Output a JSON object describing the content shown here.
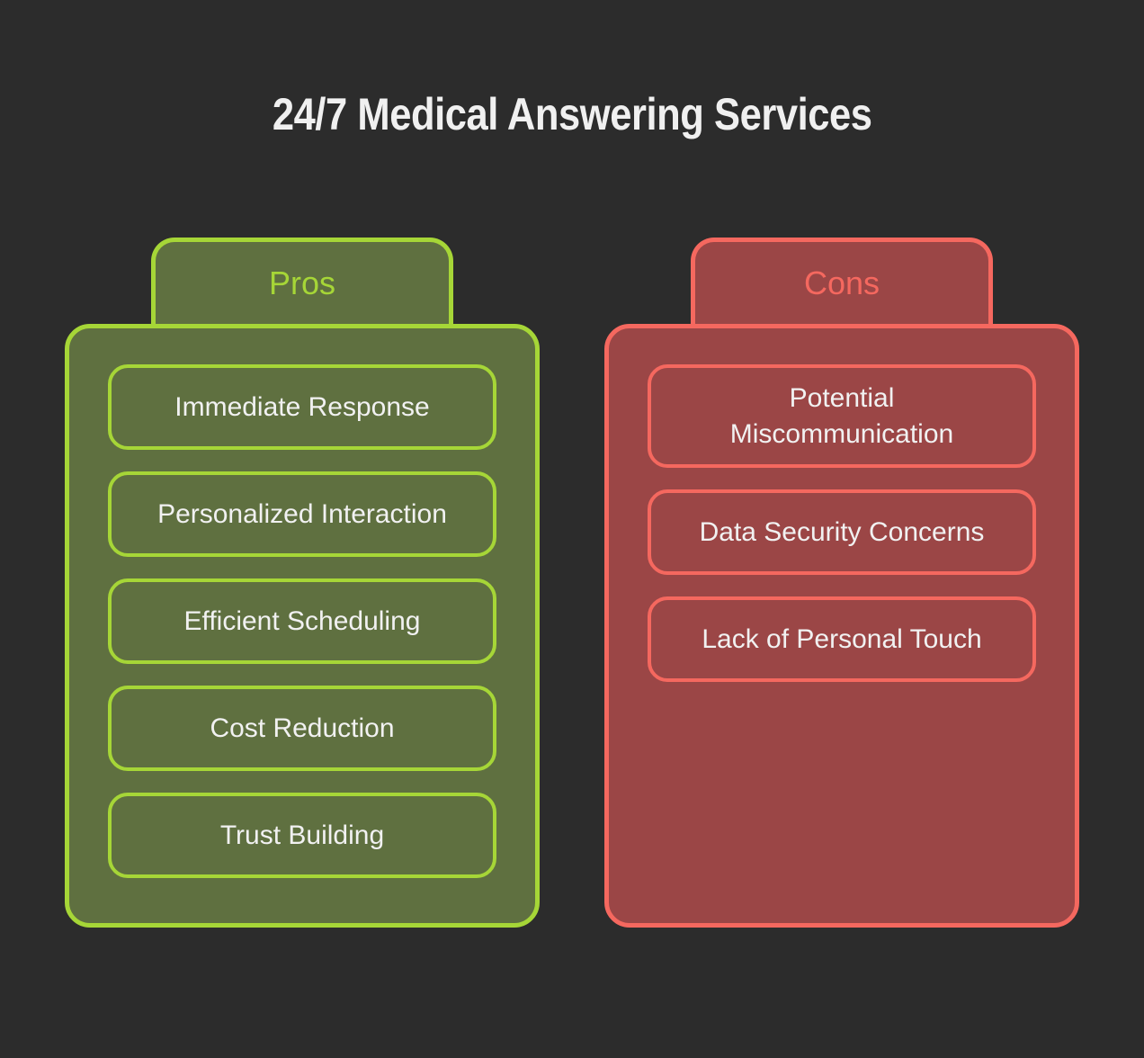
{
  "title": "24/7 Medical Answering Services",
  "colors": {
    "background": "#2c2c2c",
    "title_text": "#f0f0f0",
    "item_text": "#f1f1f1",
    "pros_accent": "#a6d637",
    "pros_fill": "#5f7040",
    "cons_accent": "#f5685f",
    "cons_fill": "#9b4646"
  },
  "pros": {
    "label": "Pros",
    "items": [
      "Immediate Response",
      "Personalized Interaction",
      "Efficient Scheduling",
      "Cost Reduction",
      "Trust Building"
    ]
  },
  "cons": {
    "label": "Cons",
    "items": [
      "Potential Miscommunication",
      "Data Security Concerns",
      "Lack of Personal Touch"
    ]
  }
}
